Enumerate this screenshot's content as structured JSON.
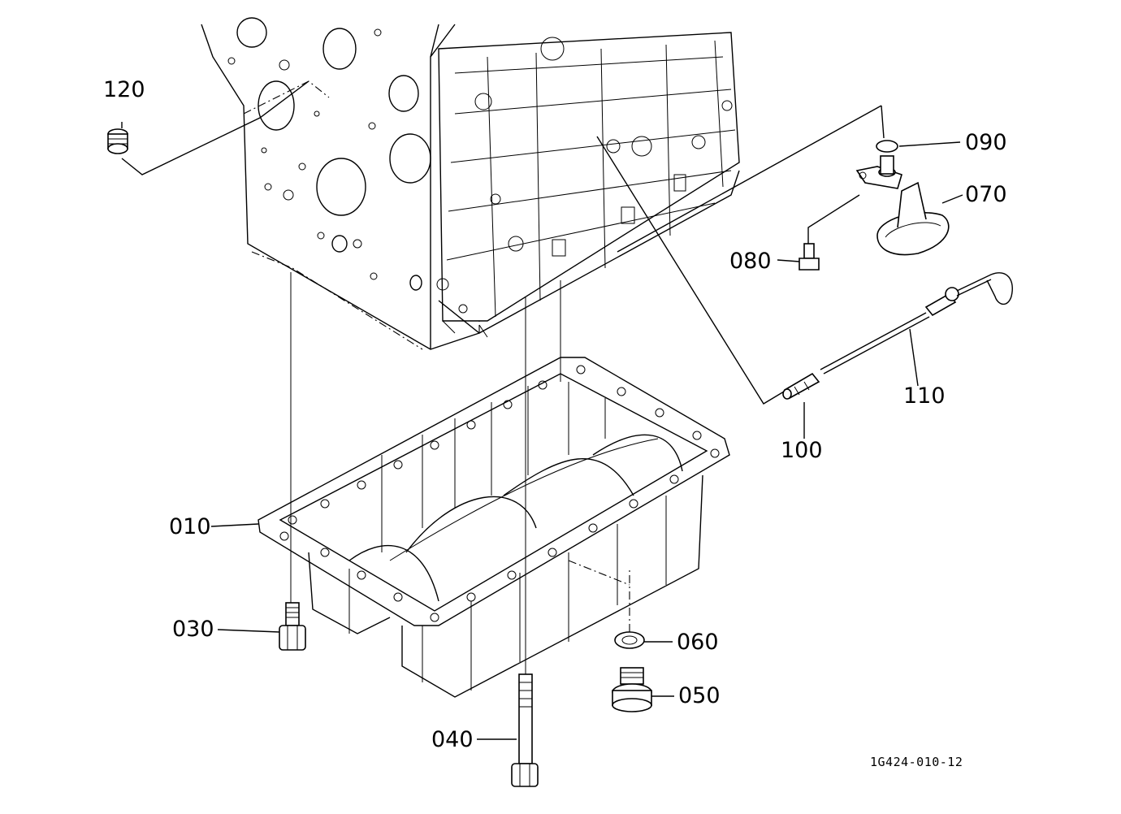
{
  "parts": [
    {
      "id": "010",
      "label": "010"
    },
    {
      "id": "030",
      "label": "030"
    },
    {
      "id": "040",
      "label": "040"
    },
    {
      "id": "050",
      "label": "050"
    },
    {
      "id": "060",
      "label": "060"
    },
    {
      "id": "070",
      "label": "070"
    },
    {
      "id": "080",
      "label": "080"
    },
    {
      "id": "090",
      "label": "090"
    },
    {
      "id": "100",
      "label": "100"
    },
    {
      "id": "110",
      "label": "110"
    },
    {
      "id": "120",
      "label": "120"
    }
  ],
  "drawing_code": "1G424-010-12"
}
